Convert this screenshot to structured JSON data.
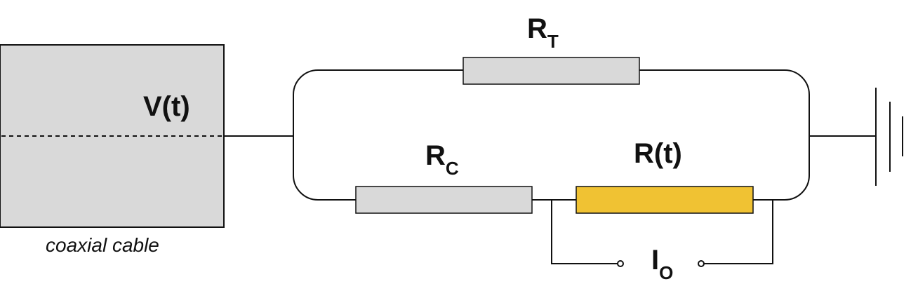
{
  "colors": {
    "cable_fill": "#d9d9d9",
    "resistor_fill": "#d9d9d9",
    "variable_resistor_fill": "#f0c233",
    "line": "#111111"
  },
  "labels": {
    "source": "V(t)",
    "cable_caption": "coaxial cable",
    "termination_main": "R",
    "termination_sub": "T",
    "series_main": "R",
    "series_sub": "C",
    "sample": "R(t)",
    "current_main": "I",
    "current_sub": "O"
  },
  "icons": {
    "ground": "ground-icon",
    "terminal": "terminal-node-icon"
  }
}
